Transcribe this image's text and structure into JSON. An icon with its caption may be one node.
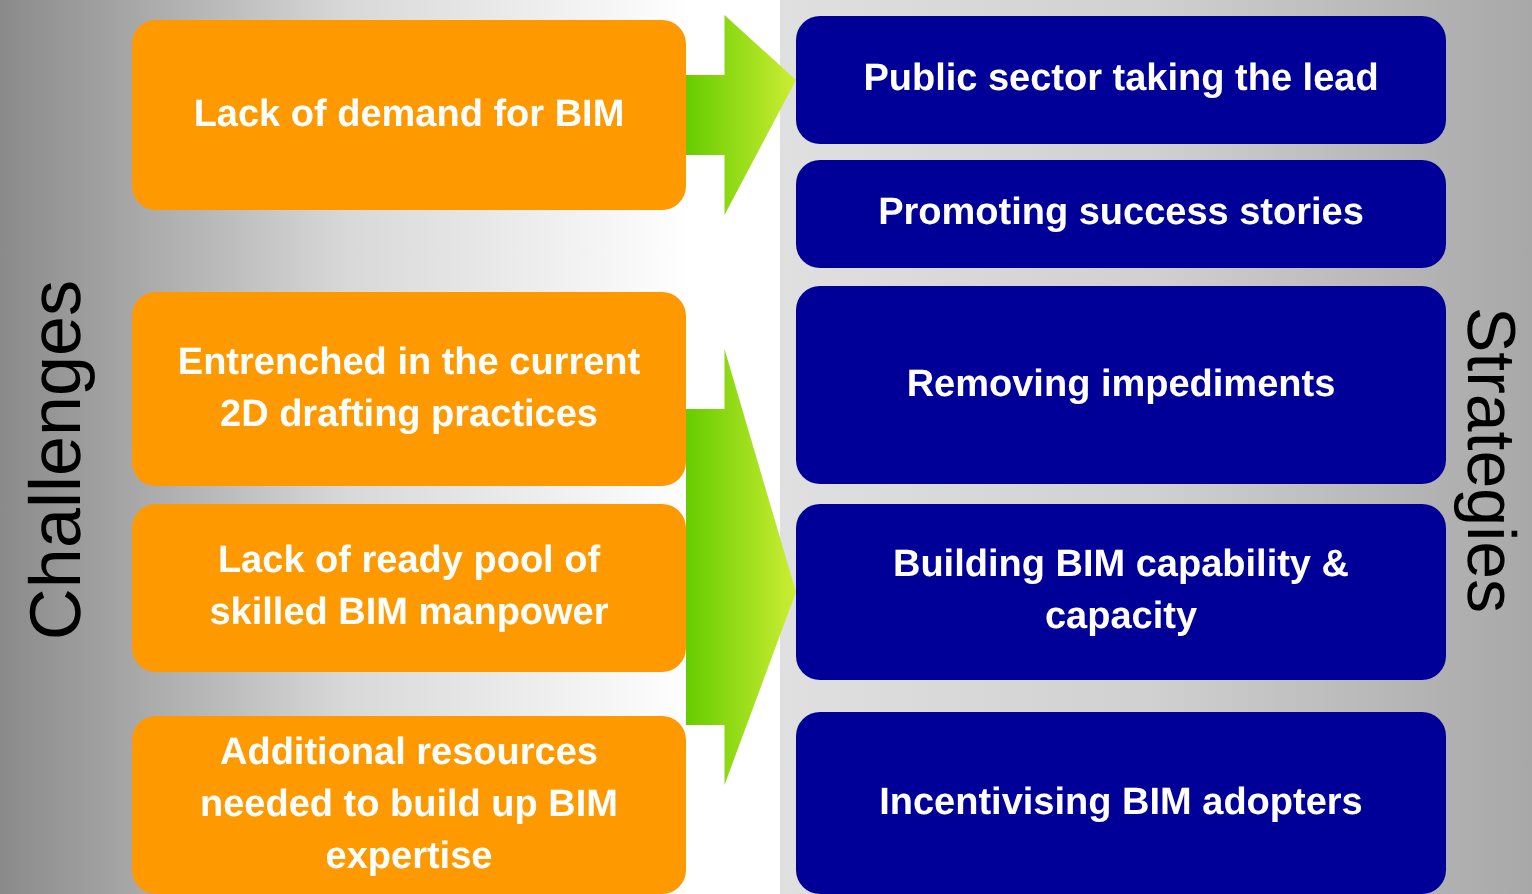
{
  "diagram": {
    "nodes": [
      {
        "text": [
          "Lack of demand for BIM"
        ]
      },
      {
        "text": [
          "Entrenched in the current 2D drafting practices"
        ]
      },
      {
        "text": [
          "Lack of ready pool of skilled BIM manpower"
        ]
      },
      {
        "text": [
          "Additional resources needed to build up BIM expertise"
        ]
      },
      {
        "text": [
          "Public sector taking the lead"
        ]
      },
      {
        "text": [
          "Promoting success stories"
        ]
      },
      {
        "text": [
          "Removing impediments"
        ]
      },
      {
        "text": [
          "Building BIM capability & capacity"
        ]
      },
      {
        "text": [
          "Incentivising BIM adopters"
        ]
      }
    ],
    "edges": [
      {
        "from": 0,
        "to": 4,
        "arrow": "to"
      },
      {
        "from": 1,
        "to": 7,
        "arrow": "to"
      },
      {
        "from": 2,
        "to": 7,
        "arrow": "to"
      },
      {
        "from": 3,
        "to": 7,
        "arrow": "to"
      }
    ],
    "labels": [
      "Challenges",
      "Strategies"
    ]
  }
}
